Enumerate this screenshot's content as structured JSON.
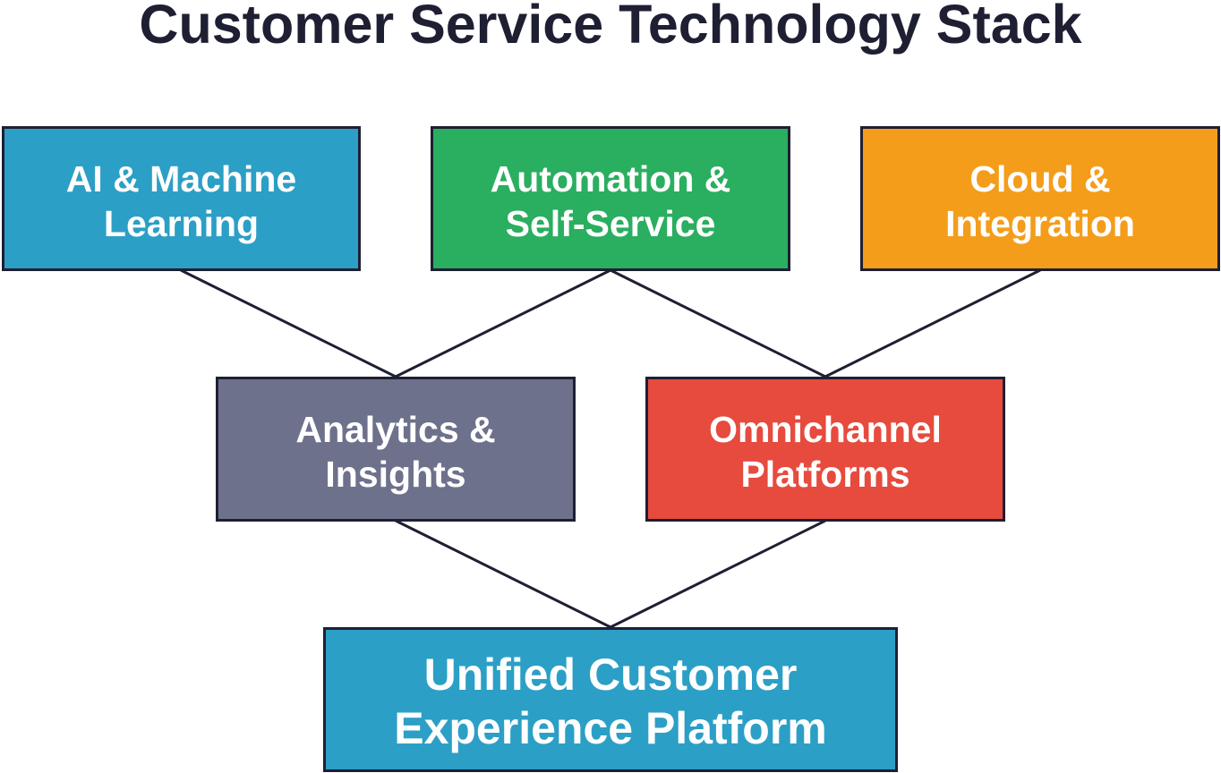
{
  "title": "Customer Service Technology Stack",
  "colors": {
    "border": "#1f1f33",
    "blue": "#2c9fc6",
    "green": "#2aae5f",
    "orange": "#f49d1b",
    "slate": "#6e718c",
    "red": "#e64b3e",
    "text": "#ffffff"
  },
  "nodes": {
    "ai": {
      "line1": "AI & Machine",
      "line2": "Learning"
    },
    "automation": {
      "line1": "Automation &",
      "line2": "Self-Service"
    },
    "cloud": {
      "line1": "Cloud &",
      "line2": "Integration"
    },
    "analytics": {
      "line1": "Analytics &",
      "line2": "Insights"
    },
    "omnichannel": {
      "line1": "Omnichannel",
      "line2": "Platforms"
    },
    "unified": {
      "line1": "Unified Customer",
      "line2": "Experience Platform"
    }
  },
  "edges": [
    {
      "from": "ai",
      "to": "analytics"
    },
    {
      "from": "automation",
      "to": "analytics"
    },
    {
      "from": "automation",
      "to": "omnichannel"
    },
    {
      "from": "cloud",
      "to": "omnichannel"
    },
    {
      "from": "analytics",
      "to": "unified"
    },
    {
      "from": "omnichannel",
      "to": "unified"
    }
  ]
}
